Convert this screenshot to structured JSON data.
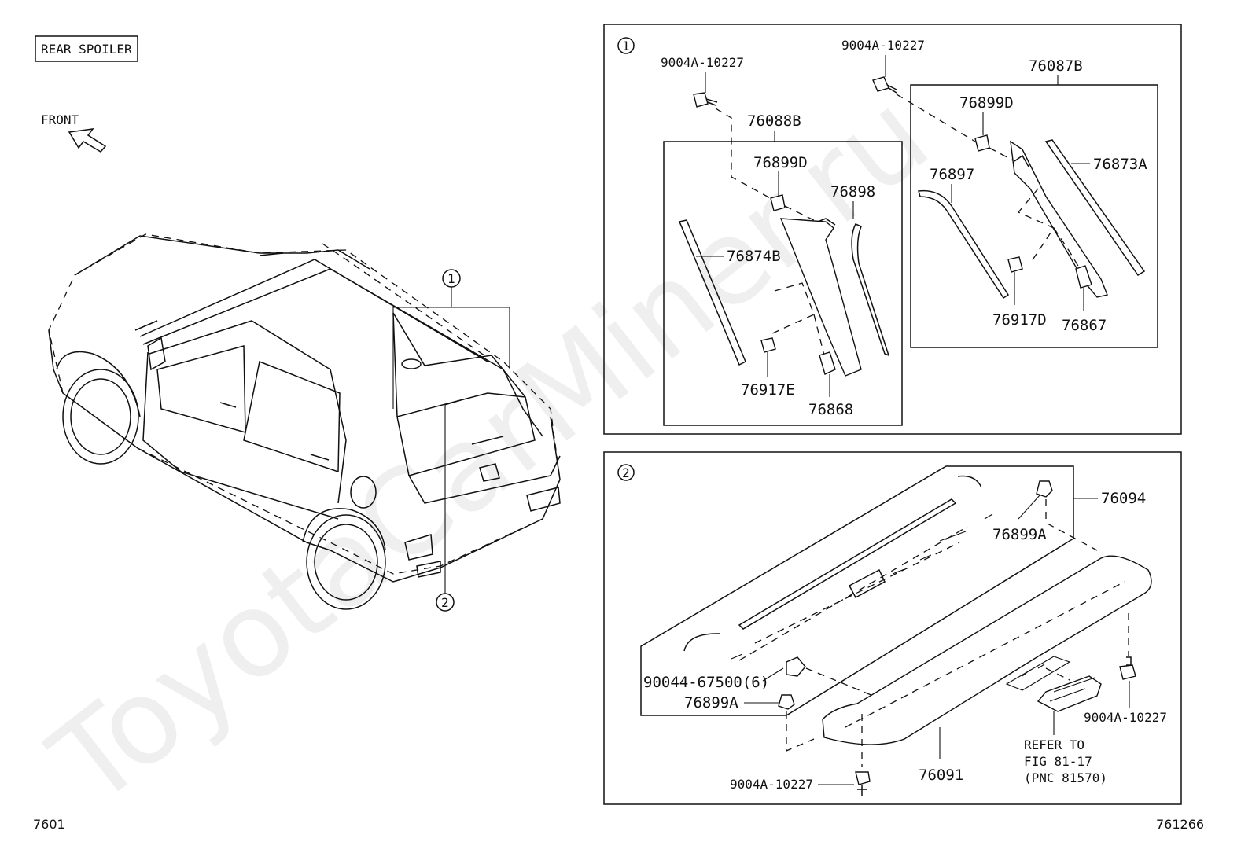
{
  "title": "REAR SPOILER",
  "front_label": "FRONT",
  "page_code": "7601",
  "figure_code": "761266",
  "watermark": "ToyotaCarMiner.ru",
  "callout_1": "1",
  "callout_2": "2",
  "panel_1": {
    "marker": "1",
    "labels": {
      "bolt_left": "9004A-10227",
      "bolt_right": "9004A-10227",
      "assy_left": "76088B",
      "assy_right": "76087B",
      "clip_left": "76899D",
      "clip_right": "76899D",
      "seal_left": "76898",
      "mold_left": "76874B",
      "mold_right_a": "76873A",
      "mold_right_b": "76897",
      "clip_e": "76917E",
      "clip_d": "76917D",
      "bracket_left": "76868",
      "bracket_right": "76867"
    }
  },
  "panel_2": {
    "marker": "2",
    "labels": {
      "sub_assy": "76094",
      "nut_right": "76899A",
      "clip": "90044-67500(6)",
      "nut_left": "76899A",
      "spoiler": "76091",
      "bolt_bottom": "9004A-10227",
      "bolt_right": "9004A-10227",
      "refer_1": "REFER TO",
      "refer_2": "FIG 81-17",
      "refer_3": "(PNC 81570)"
    }
  }
}
